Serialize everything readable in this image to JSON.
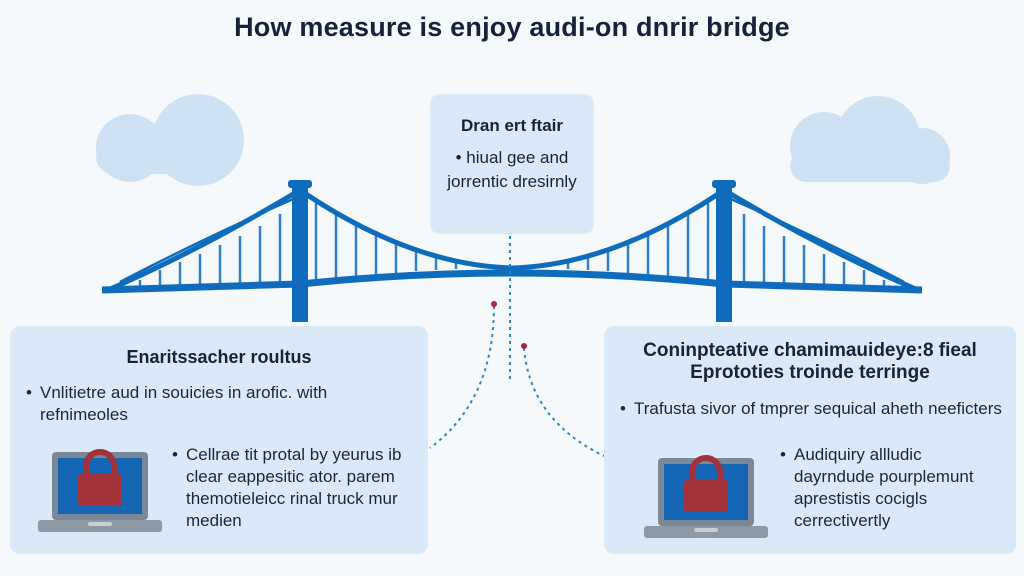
{
  "title": "How measure is enjoy audi-on dnrir bridge",
  "top_card": {
    "heading": "Dran ert ftair",
    "bullet": "hiual gee and jorrentic dresirnly"
  },
  "left_card": {
    "heading": "Enaritssacher roultus",
    "bullet1": "Vnlitietre aud in souicies in arofic. with refnimeoles",
    "bullet2": "Cellrae tit protal by yeurus ib clear eappesitic ator. parem themotieleicc rinal truck mur medien"
  },
  "right_card": {
    "heading_line1": "Coninpteative chamimauideye:8 fieal",
    "heading_line2": "Eprototies troinde terringe",
    "bullet1": "Trafusta sivor of tmprer sequical aheth neeficters",
    "bullet2": "Audiquiry allludic dayrndude pourplemunt aprestistis cocigls cerrectivertly"
  },
  "icons": [
    "cloud-icon",
    "laptop-lock-icon"
  ],
  "colors": {
    "bridge": "#0f6bbb",
    "cable": "#2f7fc9",
    "card_bg": "#d9e9f8",
    "cloud": "#cfe2f3",
    "lock": "#a2313a",
    "screen": "#1565b5",
    "dotted": "#2b86c8",
    "dot_marker": "#b0203a"
  }
}
